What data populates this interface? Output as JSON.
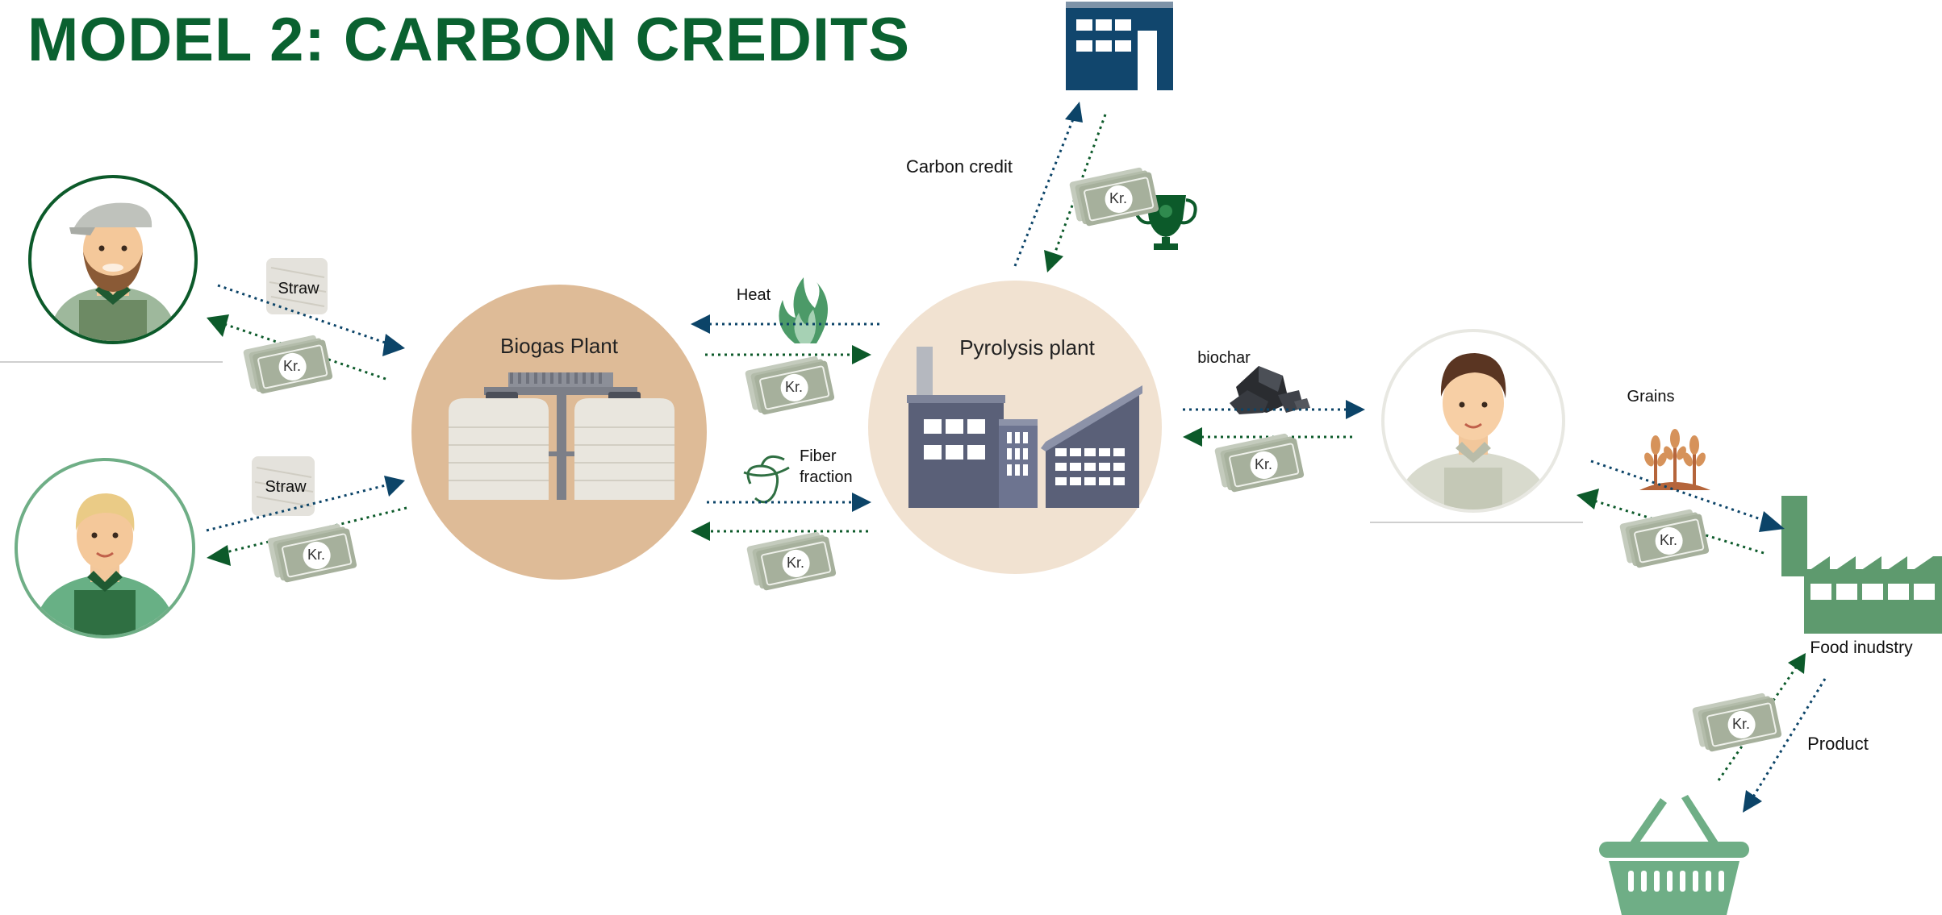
{
  "title": "MODEL 2: CARBON CREDITS",
  "colors": {
    "title": "#0a6130",
    "dark_green": "#0c5a2a",
    "navy": "#0c4468",
    "biogas_circle": "#debb97",
    "pyrolysis_circle": "#f1e2d1",
    "money": "#a8b3a0",
    "factory": "#5e9a6e",
    "basket": "#6fae86"
  },
  "nodes": {
    "biogas_label": "Biogas Plant",
    "pyrolysis_label": "Pyrolysis plant",
    "food_industry_label": "Food inudstry"
  },
  "flows": {
    "straw_top": "Straw",
    "straw_bottom": "Straw",
    "heat": "Heat",
    "fiber_line1": "Fiber",
    "fiber_line2": "fraction",
    "carbon_credit": "Carbon credit",
    "biochar": "biochar",
    "grains": "Grains",
    "product": "Product"
  },
  "money_label": "Kr.",
  "icons": {
    "farmer_1": "bearded-farmer-icon",
    "farmer_2": "blond-farmer-icon",
    "farmer_3": "farmer-icon",
    "building": "office-building-icon",
    "trophy": "trophy-icon",
    "flame": "flame-icon",
    "fiber": "fiber-icon",
    "biochar": "coal-icon",
    "grains": "wheat-icon",
    "factory": "factory-icon",
    "basket": "shopping-basket-icon",
    "straw": "straw-bale-icon",
    "money": "banknote-icon"
  }
}
